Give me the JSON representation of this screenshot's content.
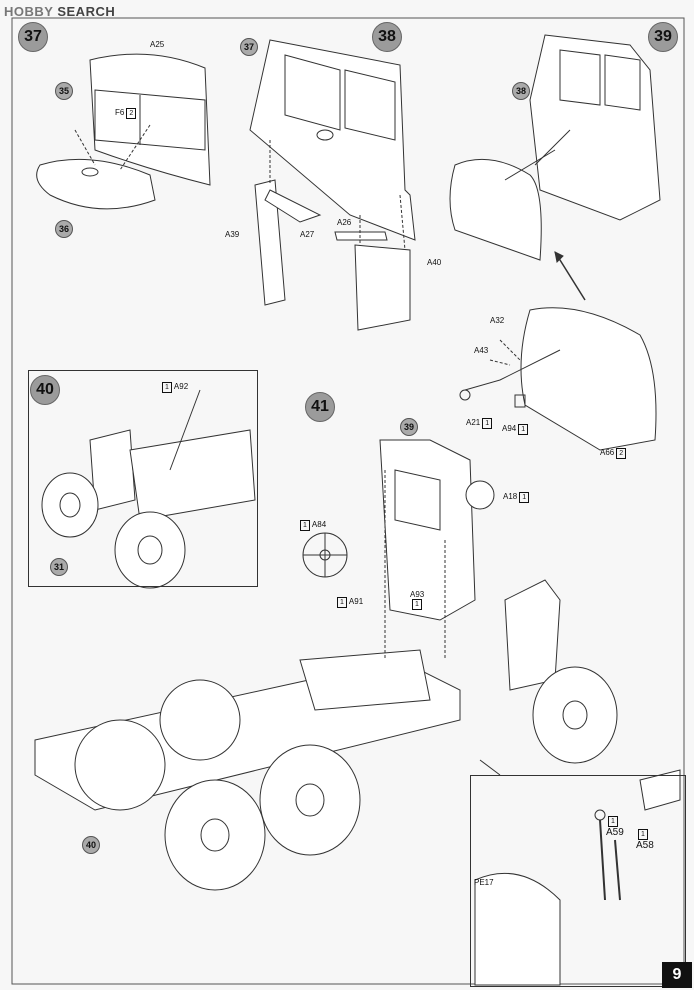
{
  "watermark": {
    "brand": "HOBBY",
    "text": "SEARCH"
  },
  "steps": {
    "s37": "37",
    "s38": "38",
    "s39": "39",
    "s40": "40",
    "s41": "41"
  },
  "refs": {
    "r35": "35",
    "r36": "36",
    "r37a": "37",
    "r38a": "38",
    "r31": "31",
    "r39a": "39",
    "r40b": "40"
  },
  "labels": {
    "a25": "A25",
    "f6": "F6",
    "f6num": "2",
    "a39": "A39",
    "a27": "A27",
    "a26": "A26",
    "a40": "A40",
    "a32": "A32",
    "a43": "A43",
    "a21": "A21",
    "a21n": "1",
    "a94": "A94",
    "a94n": "1",
    "a66": "A66",
    "a66n": "2",
    "a92": "A92",
    "a92n": "1",
    "a84": "A84",
    "a84n": "1",
    "a91": "A91",
    "a91n": "1",
    "a93": "A93",
    "a93n": "1",
    "a18": "A18",
    "a18n": "1",
    "a59": "A59",
    "a59n": "1",
    "a58": "A58",
    "a58n": "1",
    "pe17": "PE17"
  },
  "page_number": "9"
}
